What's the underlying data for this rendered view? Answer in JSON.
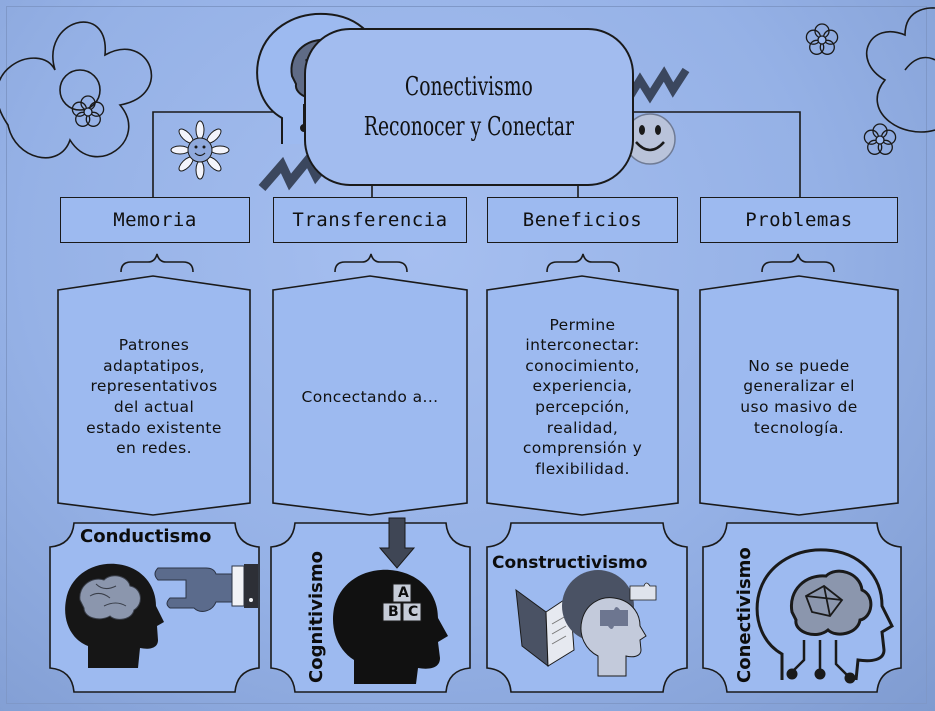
{
  "title": {
    "line1": "Conectivismo",
    "line2": "Reconocer y Conectar"
  },
  "categories": [
    {
      "label": "Memoria",
      "text": "Patrones\nadaptatipos,\nrepresentativos\ndel actual\nestado existente\nen redes."
    },
    {
      "label": "Transferencia",
      "text": "Concectando a..."
    },
    {
      "label": "Beneficios",
      "text": "Permine\ninterconectar:\nconocimiento,\nexperiencia,\npercepción,\nrealidad,\ncomprensión y\nflexibilidad."
    },
    {
      "label": "Problemas",
      "text": "No se puede\ngeneralizar el\nuso masivo de\ntecnología."
    }
  ],
  "tiles": [
    {
      "label": "Conductismo",
      "icons": [
        "head-silhouette-icon",
        "brain-icon",
        "pointing-hand-icon"
      ]
    },
    {
      "label": "Cognitivismo",
      "icons": [
        "head-silhouette-icon",
        "down-arrow-icon",
        "abc-blocks-icon"
      ],
      "blocks": [
        "A",
        "B",
        "C"
      ]
    },
    {
      "label": "Constructivismo",
      "icons": [
        "open-book-icon",
        "puzzle-head-icon"
      ]
    },
    {
      "label": "Conectivismo",
      "icons": [
        "circuit-brain-head-icon"
      ]
    }
  ],
  "decorations": [
    "flower-icon",
    "smiley-flower-icon",
    "smiley-face-icon",
    "zigzag-icon",
    "circuit-brain-head-icon"
  ],
  "colors": {
    "background": "#95b1e6",
    "panel": "#9dbaf0",
    "ink": "#111111",
    "dark_slate": "#3f4c66"
  }
}
